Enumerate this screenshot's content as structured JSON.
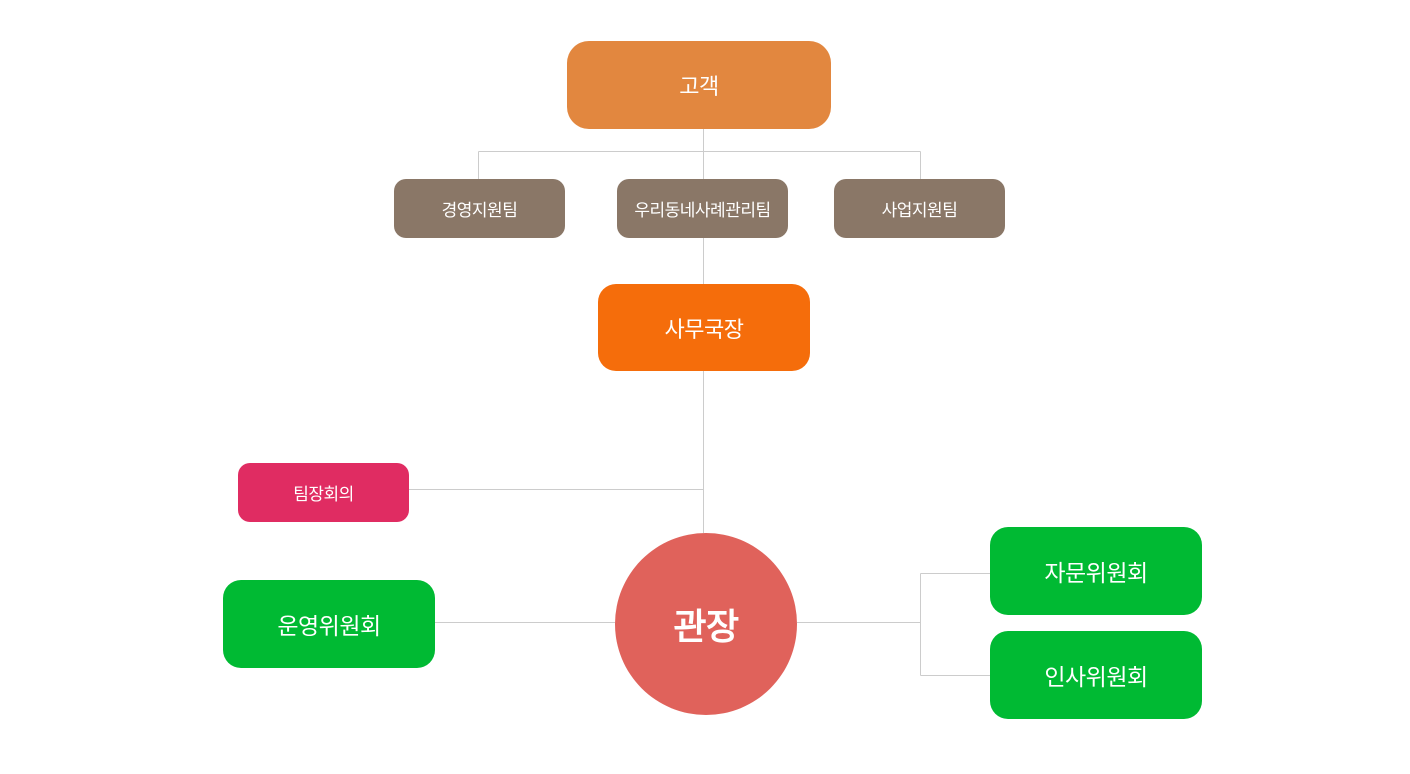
{
  "colors": {
    "customer": "#E2873F",
    "team": "#8A7767",
    "secretary": "#F56D0B",
    "leaders_meeting": "#E02C62",
    "director": "#E0625B",
    "committee": "#00BA33",
    "connector": "#CCCCCC"
  },
  "nodes": {
    "customer": "고객",
    "teams": [
      "경영지원팀",
      "우리동네사례관리팀",
      "사업지원팀"
    ],
    "secretary": "사무국장",
    "leaders_meeting": "팀장회의",
    "director": "관장",
    "committees": {
      "operations": "운영위원회",
      "advisory": "자문위원회",
      "personnel": "인사위원회"
    }
  },
  "edges": [
    [
      "고객",
      "경영지원팀"
    ],
    [
      "고객",
      "우리동네사례관리팀"
    ],
    [
      "고객",
      "사업지원팀"
    ],
    [
      "우리동네사례관리팀",
      "사무국장"
    ],
    [
      "사무국장",
      "관장"
    ],
    [
      "팀장회의",
      "관장"
    ],
    [
      "운영위원회",
      "관장"
    ],
    [
      "관장",
      "자문위원회"
    ],
    [
      "관장",
      "인사위원회"
    ]
  ]
}
